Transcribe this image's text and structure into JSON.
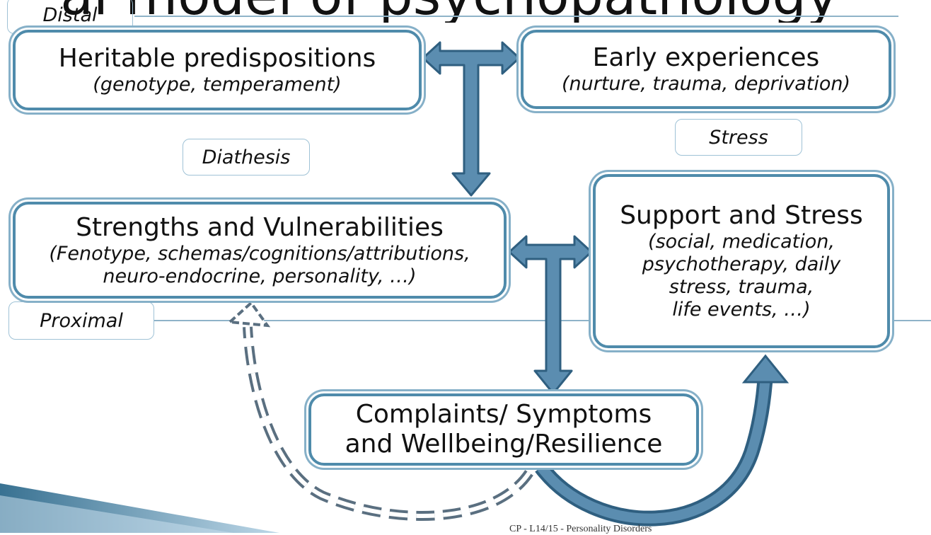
{
  "slide": {
    "title_fragment": "al model of psychopathology",
    "footer": "CP - L14/15 - Personality Disorders"
  },
  "labels": {
    "distal": "Distal",
    "proximal": "Proximal",
    "diathesis": "Diathesis",
    "stress": "Stress"
  },
  "boxes": {
    "heritable": {
      "title": "Heritable predispositions",
      "detail": "(genotype, temperament)"
    },
    "early": {
      "title": "Early experiences",
      "detail": "(nurture, trauma, deprivation)"
    },
    "strengths": {
      "title": "Strengths and Vulnerabilities",
      "detail_line1": "(Fenotype, schemas/cognitions/attributions,",
      "detail_line2": "neuro-endocrine, personality, …)"
    },
    "support": {
      "title": "Support and Stress",
      "detail_line1": "(social, medication,",
      "detail_line2": "psychotherapy, daily",
      "detail_line3": "stress, trauma,",
      "detail_line4": "life events, …)"
    },
    "complaints": {
      "title_line1": "Complaints/ Symptoms",
      "title_line2": "and Wellbeing/Resilience"
    }
  },
  "colors": {
    "arrow_fill": "#5b8db0",
    "arrow_stroke": "#2f5f80",
    "box_border": "#4f8bab",
    "rule": "#8fb3c8",
    "dashed": "#5a6f80"
  }
}
